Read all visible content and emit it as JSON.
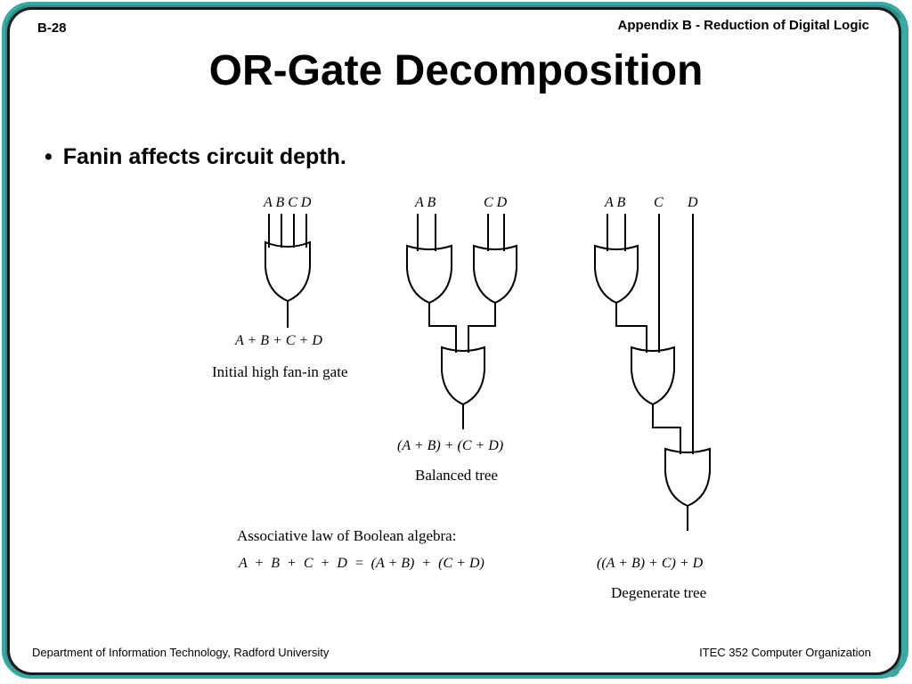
{
  "header": {
    "slide_number": "B-28",
    "appendix_title": "Appendix B - Reduction of Digital Logic"
  },
  "title": "OR-Gate Decomposition",
  "bullets": [
    "Fanin affects circuit depth."
  ],
  "diagram": {
    "initial": {
      "inputs": "A B C D",
      "expression": "A + B + C + D",
      "caption": "Initial high fan-in gate"
    },
    "balanced": {
      "inputs_left": "A B",
      "inputs_right": "C D",
      "expression": "(A + B) + (C + D)",
      "caption": "Balanced tree"
    },
    "degenerate": {
      "inputs_ab": "A B",
      "input_c": "C",
      "input_d": "D",
      "expression": "((A + B) + C) + D",
      "caption": "Degenerate tree"
    },
    "law": {
      "caption": "Associative law of Boolean algebra:",
      "equation": "A  +  B  +  C  +  D  =  (A + B)  +  (C + D)"
    }
  },
  "footer": {
    "left": "Department of Information Technology, Radford University",
    "right": "ITEC 352 Computer Organization"
  }
}
